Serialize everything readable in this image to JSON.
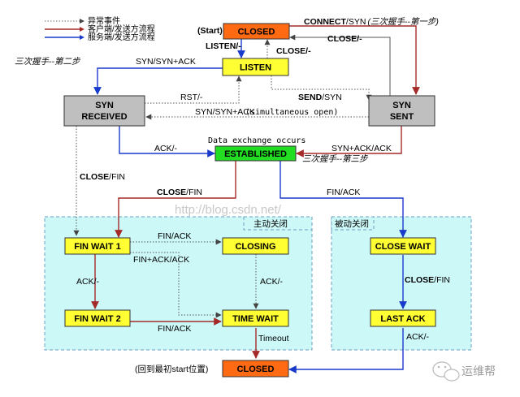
{
  "colors": {
    "closed": "#ff6a13",
    "listen": "#ffff33",
    "syn": "#bfbfbf",
    "established": "#22dd22",
    "client_line": "#a52a2a",
    "server_line": "#1a3acc",
    "normal_line": "#555555",
    "region_fill": "#cdf8f8",
    "region_border": "#6aa0c0"
  },
  "legend": {
    "normal": "异常事件",
    "client": "客户端/发送方流程",
    "server": "服务端/发送方流程"
  },
  "states": {
    "closed_top": "CLOSED",
    "listen": "LISTEN",
    "syn_received_1": "SYN",
    "syn_received_2": "RECEIVED",
    "syn_sent_1": "SYN",
    "syn_sent_2": "SENT",
    "established": "ESTABLISHED",
    "fin_wait_1": "FIN WAIT 1",
    "closing": "CLOSING",
    "fin_wait_2": "FIN WAIT 2",
    "time_wait": "TIME WAIT",
    "close_wait": "CLOSE WAIT",
    "last_ack": "LAST ACK",
    "closed_bottom": "CLOSED"
  },
  "labels": {
    "start": "(Start)",
    "connect_b": "CONNECT",
    "connect_r": "/SYN",
    "connect_note": "(三次握手--第一步)",
    "listen_slash": "LISTEN/-",
    "close_slash_1": "CLOSE/-",
    "close_slash_2": "CLOSE/-",
    "handshake_2": "三次握手--第二步",
    "syn_synack": "SYN/SYN+ACK",
    "send_b": "SEND",
    "send_r": "/SYN",
    "rst": "RST/-",
    "sim_open_1": "SYN/SYN+ACK",
    "sim_open_2": "(simultaneous open)",
    "data_exchange": "Data exchange occurs",
    "ack_dash": "ACK/-",
    "synack_ack": "SYN+ACK/ACK",
    "handshake_3": "三次握手--第三步",
    "closefin_left_b": "CLOSE",
    "closefin_left_r": "/FIN",
    "closefin_mid_b": "CLOSE",
    "closefin_mid_r": "/FIN",
    "fin_ack_est": "FIN/ACK",
    "watermark": "http://blog.csdn.net/",
    "active_close": "主动关闭",
    "passive_close": "被动关闭",
    "fin_ack_1": "FIN/ACK",
    "fin_ack_ack": "FIN+ACK/ACK",
    "ack_fw1": "ACK/-",
    "ack_closing": "ACK/-",
    "fin_ack_2": "FIN/ACK",
    "closefin_right_b": "CLOSE",
    "closefin_right_r": "/FIN",
    "timeout": "Timeout",
    "ack_last": "ACK/-",
    "back_start": "(回到最初start位置)",
    "brand": "运维帮"
  }
}
